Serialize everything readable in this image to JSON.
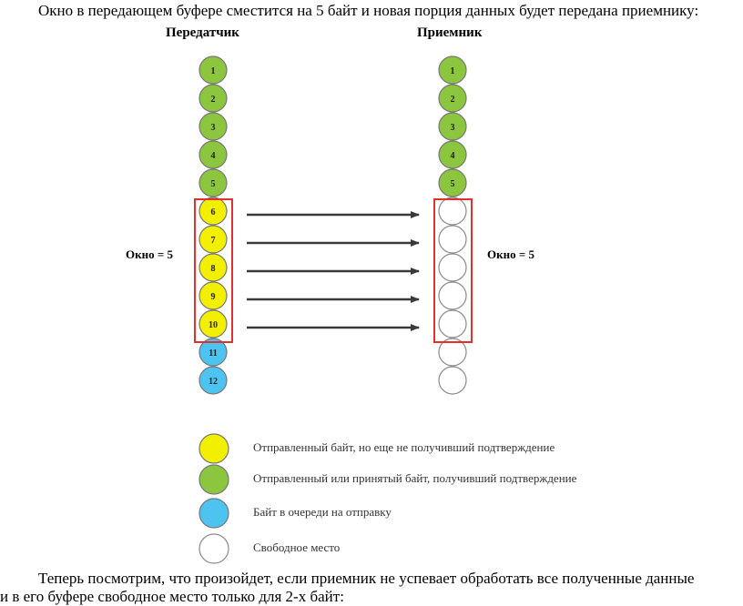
{
  "text": {
    "top": "Окно в передающем буфере сместится на 5 байт и новая порция данных будет передана приемнику:",
    "bottom1": "Теперь посмотрим, что произойдет, если приемник не успевает обработать все полученные данные",
    "bottom2": "и в его буфере свободное место только для 2-х байт:"
  },
  "diagram": {
    "sender_title": "Передатчик",
    "receiver_title": "Приемник",
    "left_window_label": "Окно = 5",
    "right_window_label": "Окно = 5",
    "sender_bytes": [
      {
        "label": "1",
        "state": "acked"
      },
      {
        "label": "2",
        "state": "acked"
      },
      {
        "label": "3",
        "state": "acked"
      },
      {
        "label": "4",
        "state": "acked"
      },
      {
        "label": "5",
        "state": "acked"
      },
      {
        "label": "6",
        "state": "sent"
      },
      {
        "label": "7",
        "state": "sent"
      },
      {
        "label": "8",
        "state": "sent"
      },
      {
        "label": "9",
        "state": "sent"
      },
      {
        "label": "10",
        "state": "sent"
      },
      {
        "label": "11",
        "state": "queued"
      },
      {
        "label": "12",
        "state": "queued"
      }
    ],
    "receiver_bytes": [
      {
        "label": "1",
        "state": "acked"
      },
      {
        "label": "2",
        "state": "acked"
      },
      {
        "label": "3",
        "state": "acked"
      },
      {
        "label": "4",
        "state": "acked"
      },
      {
        "label": "5",
        "state": "acked"
      },
      {
        "label": "",
        "state": "free"
      },
      {
        "label": "",
        "state": "free"
      },
      {
        "label": "",
        "state": "free"
      },
      {
        "label": "",
        "state": "free"
      },
      {
        "label": "",
        "state": "free"
      },
      {
        "label": "",
        "state": "free"
      },
      {
        "label": "",
        "state": "free"
      }
    ]
  },
  "legend": [
    {
      "state": "sent",
      "label": "Отправленный байт, но еще не получивший подтверждение"
    },
    {
      "state": "acked",
      "label": "Отправленный или принятый байт, получивший подтверждение"
    },
    {
      "state": "queued",
      "label": "Байт в очереди на отправку"
    },
    {
      "state": "free",
      "label": "Свободное место"
    }
  ],
  "colors": {
    "acked": "#8cc63f",
    "sent": "#f2ef00",
    "queued": "#4dc3f0",
    "free": "#ffffff",
    "window_frame": "#e03030",
    "arrow": "#3a3a3a"
  }
}
